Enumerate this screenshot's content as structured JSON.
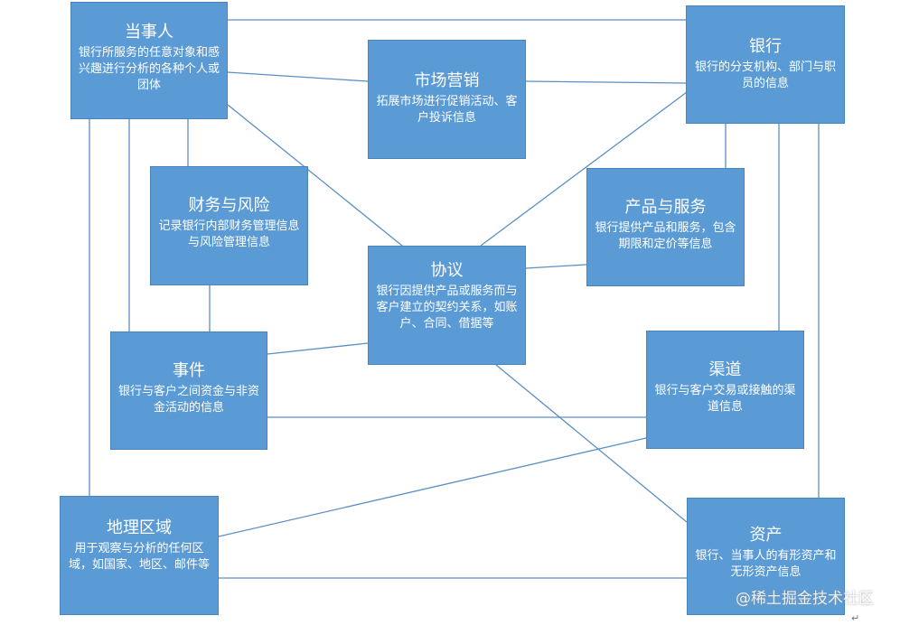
{
  "nodes": [
    {
      "id": "party",
      "title": "当事人",
      "desc": "银行所服务的任意对象和感兴趣进行分析的各种个人或团体"
    },
    {
      "id": "bank",
      "title": "银行",
      "desc": "银行的分支机构、部门与职员的信息"
    },
    {
      "id": "marketing",
      "title": "市场营销",
      "desc": "拓展市场进行促销活动、客户投诉信息"
    },
    {
      "id": "finance",
      "title": "财务与风险",
      "desc": "记录银行内部财务管理信息与风险管理信息"
    },
    {
      "id": "product",
      "title": "产品与服务",
      "desc": "银行提供产品和服务，包含期限和定价等信息"
    },
    {
      "id": "agreement",
      "title": "协议",
      "desc": "银行因提供产品或服务而与客户建立的契约关系，如账户、合同、借据等"
    },
    {
      "id": "event",
      "title": "事件",
      "desc": "银行与客户之间资金与非资金活动的信息"
    },
    {
      "id": "channel",
      "title": "渠道",
      "desc": "银行与客户交易或接触的渠道信息"
    },
    {
      "id": "geo",
      "title": "地理区域",
      "desc": "用于观察与分析的任何区域，如国家、地区、邮件等"
    },
    {
      "id": "asset",
      "title": "资产",
      "desc": "银行、当事人的有形资产和无形资产信息"
    }
  ],
  "watermark": "@稀土掘金技术社区",
  "para_mark": "↵"
}
